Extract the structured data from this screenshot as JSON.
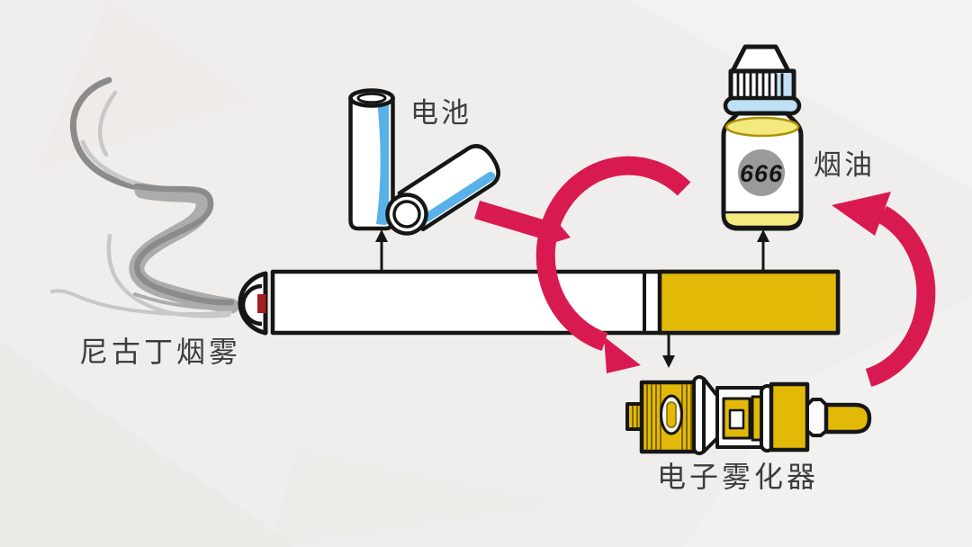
{
  "diagram": {
    "labels": {
      "smoke": "尼古丁烟雾",
      "battery": "电池",
      "eliquid": "烟油",
      "atomizer": "电子雾化器",
      "bottle_badge": "666"
    },
    "colors": {
      "background": "#EFEEEC",
      "outline": "#161616",
      "gold": "#E3B908",
      "gold_dark": "#806700",
      "battery_blue": "#58B2E9",
      "cap_blue": "#BFE0F5",
      "pale_yellow": "#F3E97E",
      "arrow_red": "#D91A50",
      "led_red": "#A51E20",
      "smoke_dark": "#8B8B8B",
      "smoke_mid": "#ACACAC",
      "smoke_light": "#C8C8C8",
      "badge_gray": "#9A9A9A",
      "label_text": "#3C3C3C"
    }
  }
}
